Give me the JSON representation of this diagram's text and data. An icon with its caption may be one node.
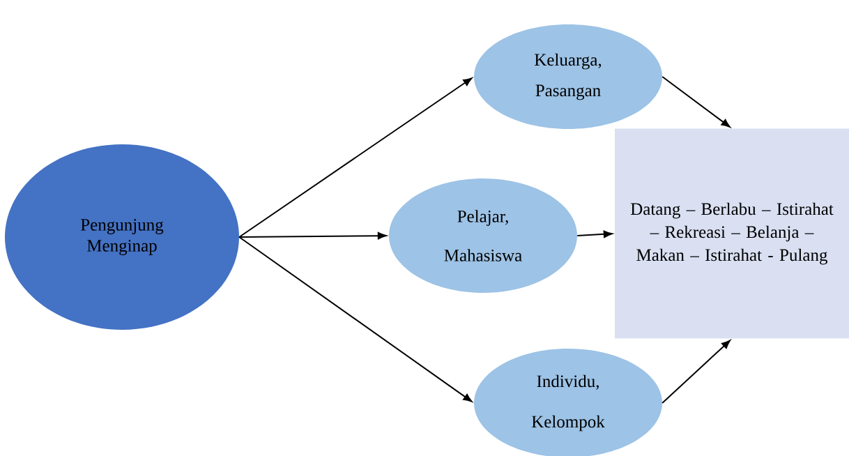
{
  "diagram": {
    "nodes": [
      {
        "text": [
          "Pengunjung Menginap"
        ]
      },
      {
        "text": [
          "Keluarga, Pasangan"
        ]
      },
      {
        "text": [
          "Pelajar, Mahasiswa"
        ]
      },
      {
        "text": [
          "Individu, Kelompok"
        ]
      },
      {
        "text": [
          "Datang – Berlabu – Istirahat – Rekreasi – Belanja – Makan – Istirahat - Pulang"
        ]
      }
    ],
    "edges": [
      {
        "from": 0,
        "to": 1,
        "arrow": "to"
      },
      {
        "from": 0,
        "to": 2,
        "arrow": "to"
      },
      {
        "from": 0,
        "to": 3,
        "arrow": "to"
      },
      {
        "from": 1,
        "to": 4,
        "arrow": "to"
      },
      {
        "from": 2,
        "to": 4,
        "arrow": "to"
      },
      {
        "from": 3,
        "to": 4,
        "arrow": "to"
      }
    ]
  }
}
